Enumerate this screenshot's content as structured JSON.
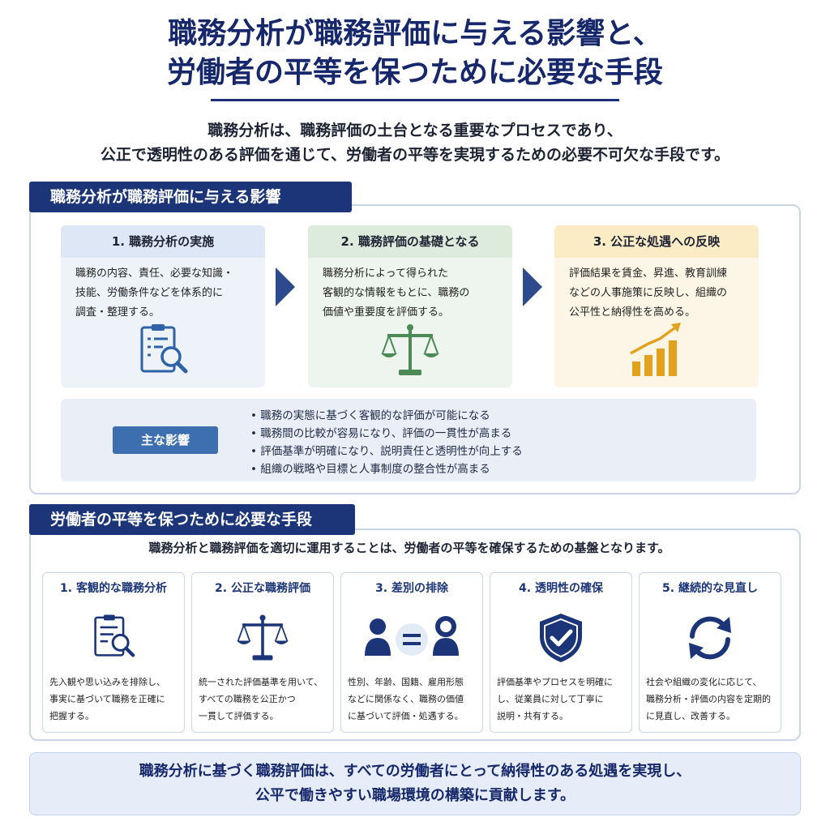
{
  "title": {
    "line1": "職務分析が職務評価に与える影響と、",
    "line2": "労働者の平等を保つために必要な手段"
  },
  "intro": {
    "line1": "職務分析は、職務評価の土台となる重要なプロセスであり、",
    "line2": "公正で透明性のある評価を通じて、労働者の平等を実現するための必要不可欠な手段です。"
  },
  "section1": {
    "header": "職務分析が職務評価に与える影響",
    "steps": [
      {
        "title": "1. 職務分析の実施",
        "lines": [
          "職務の内容、責任、必要な知識・",
          "技能、労働条件などを体系的に",
          "調査・整理する。"
        ],
        "icon": "clipboard-search-icon",
        "color": "#2f62a8"
      },
      {
        "title": "2. 職務評価の基礎となる",
        "lines": [
          "職務分析によって得られた",
          "客観的な情報をもとに、職務の",
          "価値や重要度を評価する。"
        ],
        "icon": "scale-icon",
        "color": "#4b8a55"
      },
      {
        "title": "3. 公正な処遇への反映",
        "lines": [
          "評価結果を賃金、昇進、教育訓練",
          "などの人事施策に反映し、組織の",
          "公平性と納得性を高める。"
        ],
        "icon": "bar-chart-growth-icon",
        "color": "#e2a21e"
      }
    ],
    "impact_label": "主な影響",
    "impacts": [
      "職務の実態に基づく客観的な評価が可能になる",
      "職務間の比較が容易になり、評価の一貫性が高まる",
      "評価基準が明確になり、説明責任と透明性が向上する",
      "組織の戦略や目標と人事制度の整合性が高まる"
    ]
  },
  "section2": {
    "header": "労働者の平等を保つために必要な手段",
    "lead": "職務分析と職務評価を適切に運用することは、労働者の平等を確保するための基盤となります。",
    "measures": [
      {
        "title": "1. 客観的な職務分析",
        "icon": "clipboard-search-icon",
        "lines": [
          "先入観や思い込みを排除し、",
          "事実に基づいて職務を正確に",
          "把握する。"
        ]
      },
      {
        "title": "2. 公正な職務評価",
        "icon": "scale-icon",
        "lines": [
          "統一された評価基準を用いて、",
          "すべての職務を公正かつ",
          "一貫して評価する。"
        ]
      },
      {
        "title": "3. 差別の排除",
        "icon": "equal-people-icon",
        "lines": [
          "性別、年齢、国籍、雇用形態",
          "などに関係なく、職務の価値",
          "に基づいて評価・処遇する。"
        ]
      },
      {
        "title": "4. 透明性の確保",
        "icon": "shield-check-icon",
        "lines": [
          "評価基準やプロセスを明確に",
          "し、従業員に対して丁寧に",
          "説明・共有する。"
        ]
      },
      {
        "title": "5. 継続的な見直し",
        "icon": "refresh-cycle-icon",
        "lines": [
          "社会や組織の変化に応じて、",
          "職務分析・評価の内容を定期的",
          "に見直し、改善する。"
        ]
      }
    ]
  },
  "footer": {
    "line1": "職務分析に基づく職務評価は、すべての労働者にとって納得性のある処遇を実現し、",
    "line2": "公平で働きやすい職場環境の構築に貢献します。"
  },
  "colors": {
    "navy": "#1b3578",
    "accent_blue": "#2f62a8",
    "green": "#4b8a55",
    "gold": "#e2a21e"
  }
}
